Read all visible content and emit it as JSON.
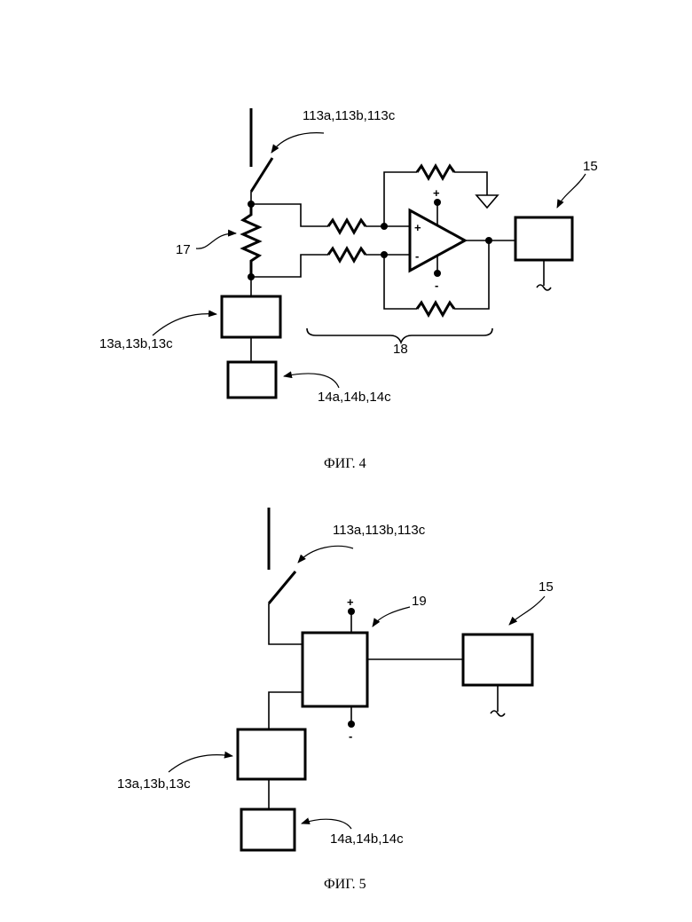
{
  "fig4": {
    "switch_label": "113a,113b,113c",
    "resistor_label": "17",
    "module_label": "13a,13b,13c",
    "sensor_label": "14a,14b,14c",
    "amplifier_label": "18",
    "output_label": "15",
    "plus_sign": "+",
    "minus_sign": "-",
    "opamp_plus": "+",
    "opamp_minus": "-",
    "caption": "ФИГ. 4"
  },
  "fig5": {
    "switch_label": "113a,113b,113c",
    "converter_label": "19",
    "module_label": "13a,13b,13c",
    "sensor_label": "14a,14b,14c",
    "output_label": "15",
    "plus_sign": "+",
    "minus_sign": "-",
    "caption": "ФИГ. 5"
  }
}
